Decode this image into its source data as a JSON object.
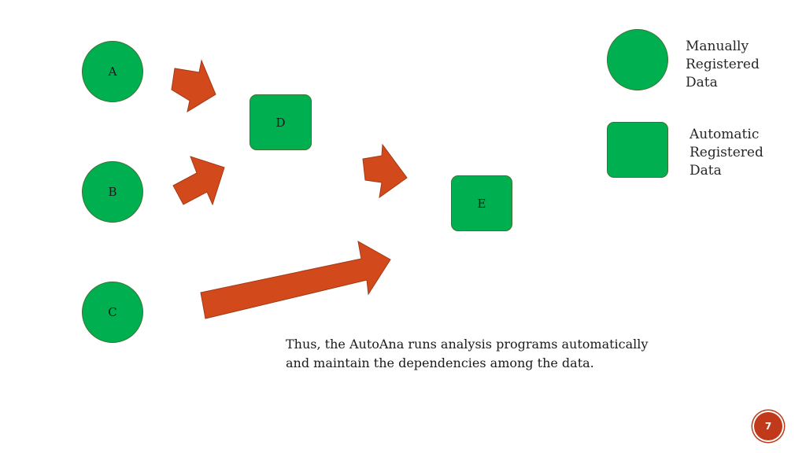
{
  "diagram": {
    "nodes": [
      {
        "id": "A",
        "label": "A",
        "kind": "manual"
      },
      {
        "id": "B",
        "label": "B",
        "kind": "manual"
      },
      {
        "id": "C",
        "label": "C",
        "kind": "manual"
      },
      {
        "id": "D",
        "label": "D",
        "kind": "automatic"
      },
      {
        "id": "E",
        "label": "E",
        "kind": "automatic"
      }
    ],
    "edges": [
      {
        "from": "A",
        "to": "D"
      },
      {
        "from": "B",
        "to": "D"
      },
      {
        "from": "D",
        "to": "E"
      },
      {
        "from": "C",
        "to": "E"
      }
    ]
  },
  "legend": {
    "manual": {
      "lines": [
        "Manually",
        "Registered",
        "Data"
      ]
    },
    "automatic": {
      "lines": [
        "Automatic",
        "Registered",
        "Data"
      ]
    }
  },
  "caption": {
    "lines": [
      "Thus, the AutoAna runs analysis programs automatically",
      "and maintain the dependencies among the data."
    ]
  },
  "page_number": "7",
  "colors": {
    "node_fill": "#00b050",
    "node_border": "#3f6f33",
    "arrow_fill": "#d24a1b",
    "arrow_border": "#a33a14",
    "page_badge": "#c0391b"
  }
}
